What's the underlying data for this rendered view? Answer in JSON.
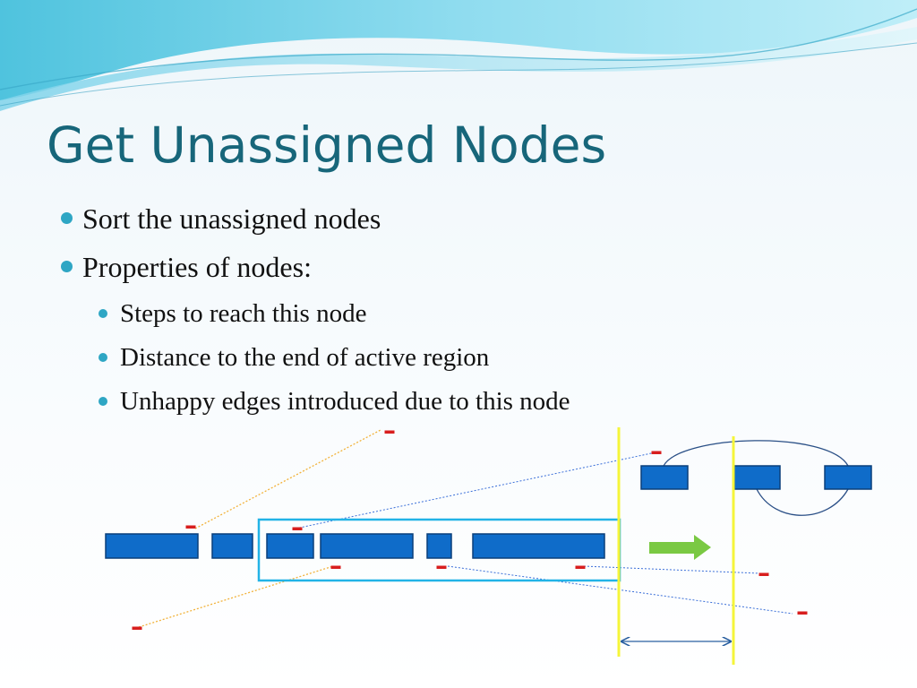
{
  "slide": {
    "title": "Get Unassigned Nodes",
    "bullets": [
      {
        "level": 1,
        "text": "Sort the unassigned nodes"
      },
      {
        "level": 1,
        "text": "Properties of nodes:"
      },
      {
        "level": 2,
        "text": "Steps to reach this node"
      },
      {
        "level": 2,
        "text": "Distance to the end of active region"
      },
      {
        "level": 2,
        "text": "Unhappy edges introduced due to this node"
      }
    ]
  },
  "colors": {
    "title": "#17667a",
    "bullet": "#2ea6c4",
    "node_fill": "#0f6cc9",
    "node_stroke": "#0a3f7a",
    "active_region": "#22b3e6",
    "boundary": "#f5f53a",
    "minus": "#d81e1e",
    "arrow": "#7ac943",
    "edge_orange": "#f2b23a",
    "edge_blue": "#3a6fd8"
  },
  "diagram": {
    "minus_sign": "–",
    "components": {
      "node_row": "unassigned-nodes",
      "active_region": "active-region-box",
      "boundaries": [
        "active-region-end-line",
        "lookahead-end-line"
      ],
      "distance_arrow": "double-headed-arrow",
      "direction_arrow": "green-right-arrow"
    }
  }
}
